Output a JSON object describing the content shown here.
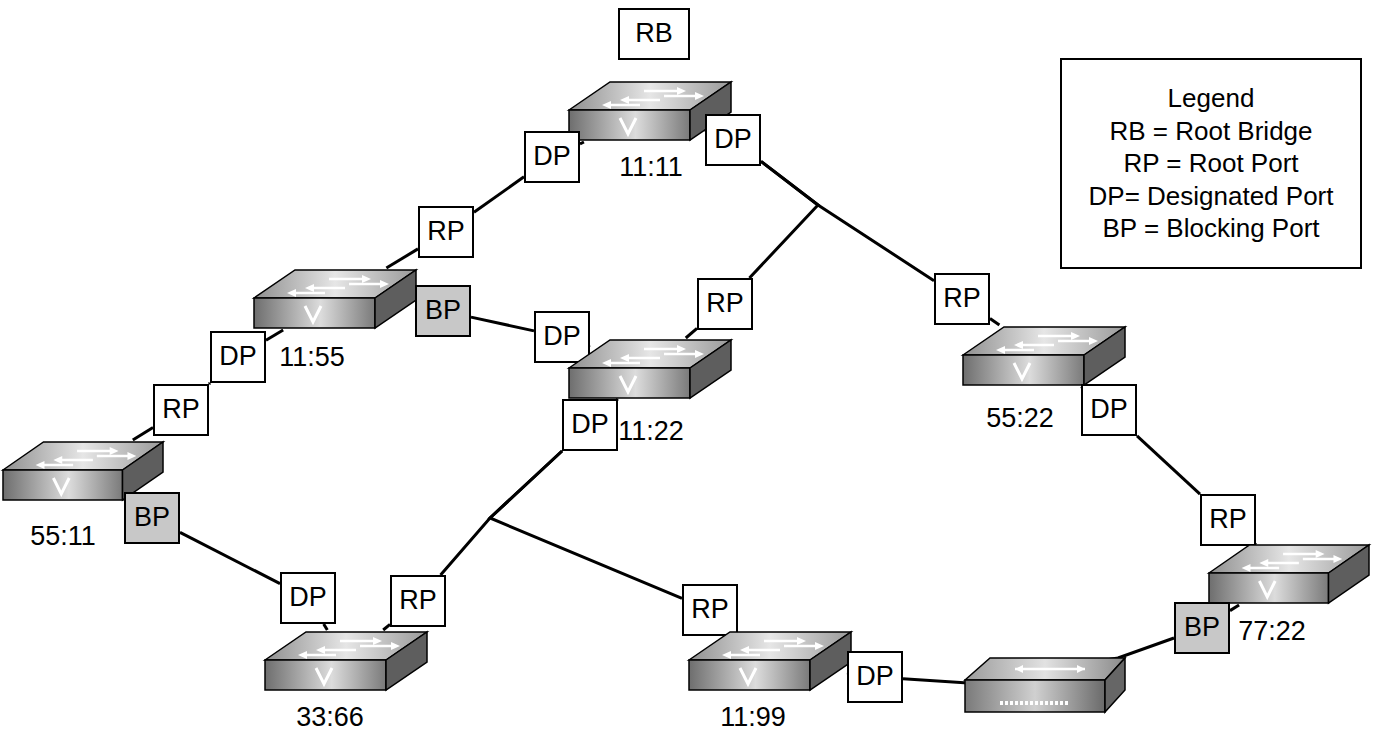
{
  "diagram": {
    "nodes": [
      {
        "text": [
          "RB"
        ]
      },
      {
        "text": [
          "11:11"
        ]
      },
      {
        "text": [
          "DP"
        ]
      },
      {
        "text": [
          "DP"
        ]
      },
      {
        "text": [
          "RP"
        ]
      },
      {
        "text": [
          "11:55"
        ]
      },
      {
        "text": [
          "BP"
        ]
      },
      {
        "text": [
          "DP"
        ]
      },
      {
        "text": [
          "RP"
        ]
      },
      {
        "text": [
          "11:22"
        ]
      },
      {
        "text": [
          "RP"
        ]
      },
      {
        "text": [
          "55:22"
        ]
      },
      {
        "text": [
          "DP"
        ]
      },
      {
        "text": [
          "DP"
        ]
      },
      {
        "text": [
          "RP"
        ]
      },
      {
        "text": [
          "DP"
        ]
      },
      {
        "text": [
          "55:11"
        ]
      },
      {
        "text": [
          "BP"
        ]
      },
      {
        "text": [
          "RP"
        ]
      },
      {
        "text": [
          "77:22"
        ]
      },
      {
        "text": [
          "DP"
        ]
      },
      {
        "text": [
          "RP"
        ]
      },
      {
        "text": [
          "RP"
        ]
      },
      {
        "text": [
          "BP"
        ]
      },
      {
        "text": [
          "33:66"
        ]
      },
      {
        "text": [
          "11:99"
        ]
      },
      {
        "text": [
          "DP"
        ]
      }
    ],
    "edges": [
      {
        "from": 2,
        "to": 4,
        "arrow": "none"
      },
      {
        "from": 3,
        "to": 10,
        "arrow": "none"
      },
      {
        "from": 3,
        "to": 8,
        "arrow": "none"
      },
      {
        "from": 6,
        "to": 7,
        "arrow": "none"
      },
      {
        "from": 12,
        "to": 14,
        "arrow": "none"
      },
      {
        "from": 15,
        "to": 21,
        "arrow": "none"
      },
      {
        "from": 15,
        "to": 22,
        "arrow": "none"
      },
      {
        "from": 17,
        "to": 20,
        "arrow": "none"
      },
      {
        "from": 13,
        "to": 18,
        "arrow": "none"
      },
      {
        "from": 26,
        "to": 23,
        "arrow": "none"
      },
      {
        "from": 1,
        "to": 2,
        "arrow": "none"
      },
      {
        "from": 1,
        "to": 3,
        "arrow": "none"
      },
      {
        "from": 5,
        "to": 4,
        "arrow": "none"
      },
      {
        "from": 5,
        "to": 6,
        "arrow": "none"
      },
      {
        "from": 5,
        "to": 12,
        "arrow": "none"
      },
      {
        "from": 9,
        "to": 7,
        "arrow": "none"
      },
      {
        "from": 9,
        "to": 8,
        "arrow": "none"
      },
      {
        "from": 9,
        "to": 15,
        "arrow": "none"
      },
      {
        "from": 11,
        "to": 10,
        "arrow": "none"
      },
      {
        "from": 11,
        "to": 13,
        "arrow": "none"
      },
      {
        "from": 16,
        "to": 14,
        "arrow": "none"
      },
      {
        "from": 16,
        "to": 17,
        "arrow": "none"
      },
      {
        "from": 19,
        "to": 18,
        "arrow": "none"
      },
      {
        "from": 19,
        "to": 23,
        "arrow": "none"
      },
      {
        "from": 24,
        "to": 20,
        "arrow": "none"
      },
      {
        "from": 24,
        "to": 21,
        "arrow": "none"
      },
      {
        "from": 25,
        "to": 22,
        "arrow": "none"
      },
      {
        "from": 25,
        "to": 26,
        "arrow": "none"
      }
    ],
    "labels": [
      "Legend"
    ],
    "legend": [
      {
        "text": "RB = Root Bridge"
      },
      {
        "text": "RP = Root Port"
      },
      {
        "text": "DP= Designated Port"
      },
      {
        "text": "BP = Blocking Port"
      }
    ]
  }
}
